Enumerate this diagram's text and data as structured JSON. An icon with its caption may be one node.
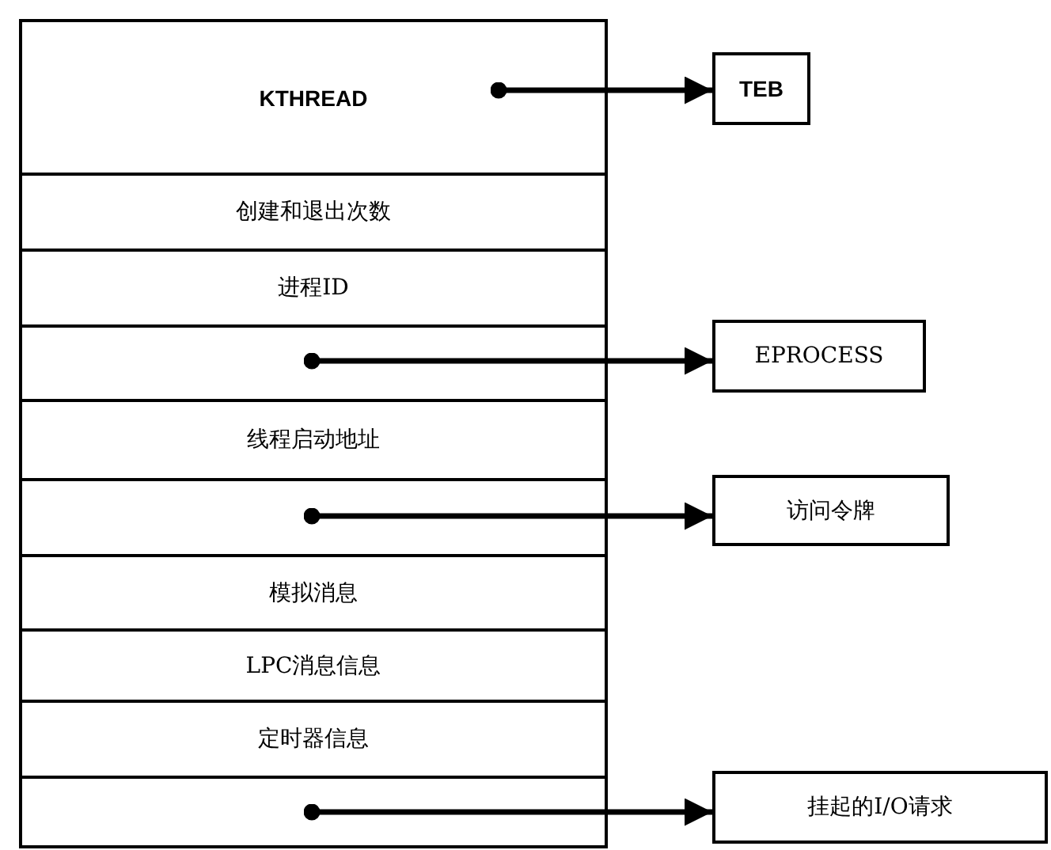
{
  "diagram": {
    "nodes": [
      {
        "text": [
          "KTHREAD"
        ]
      },
      {
        "text": [
          "创建和退出次数"
        ]
      },
      {
        "text": [
          "进程ID"
        ]
      },
      {
        "text": [],
        "shape": "box"
      },
      {
        "text": [
          "线程启动地址"
        ]
      },
      {
        "text": [],
        "shape": "box"
      },
      {
        "text": [
          "模拟消息"
        ]
      },
      {
        "text": [
          "LPC消息信息"
        ]
      },
      {
        "text": [
          "定时器信息"
        ]
      },
      {
        "text": [],
        "shape": "box"
      },
      {
        "text": [
          "TEB"
        ]
      },
      {
        "text": [
          "EPROCESS"
        ]
      },
      {
        "text": [
          "访问令牌"
        ]
      },
      {
        "text": [
          "挂起的I/O请求"
        ]
      }
    ],
    "edges": [
      {
        "from": 0,
        "to": 10,
        "arrow": "to"
      },
      {
        "from": 3,
        "to": 11,
        "arrow": "to"
      },
      {
        "from": 5,
        "to": 12,
        "arrow": "to"
      },
      {
        "from": 9,
        "to": 13,
        "arrow": "to"
      }
    ]
  }
}
